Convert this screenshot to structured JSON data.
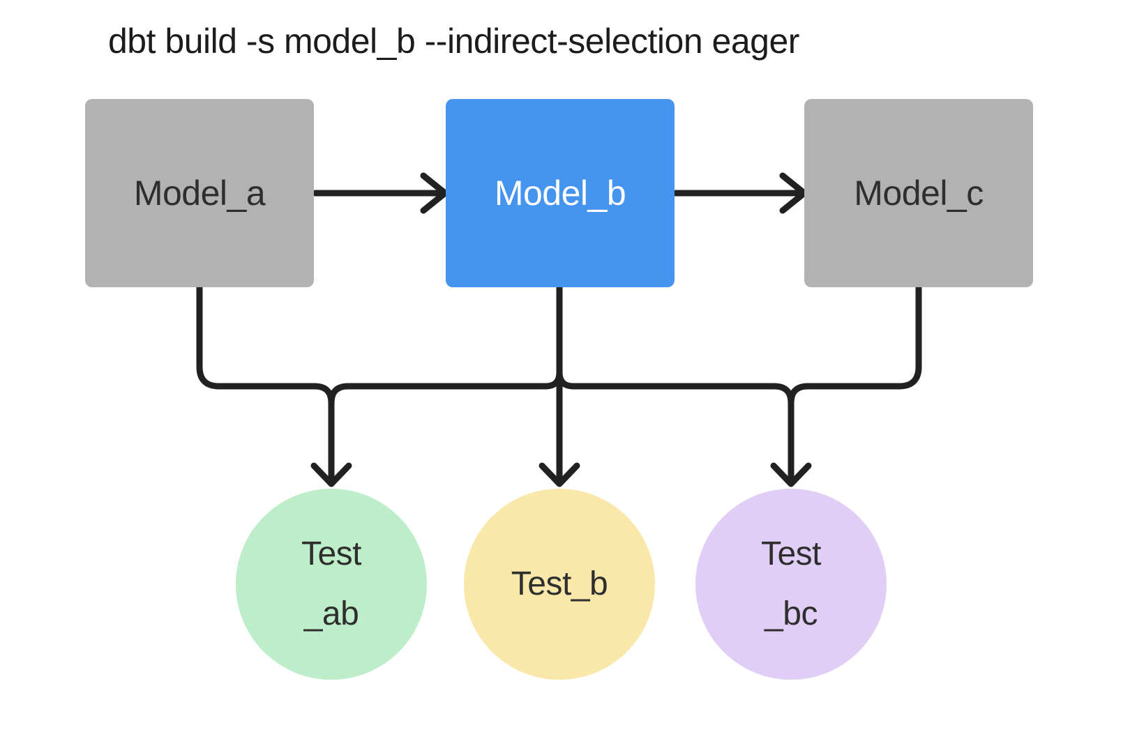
{
  "title": "dbt build -s model_b --indirect-selection eager",
  "colors": {
    "background": "#FFFFFF",
    "title_text": "#1C1C1C",
    "edge_stroke": "#212121",
    "model_default_fill": "#B2B2B2",
    "model_default_text": "#2E2E2E",
    "model_selected_fill": "#4594F0",
    "model_selected_text": "#FFFFFF",
    "test_ab_fill": "#BEEDC9",
    "test_b_fill": "#F9E8AA",
    "test_bc_fill": "#E0CEF6",
    "test_text": "#2E2E2E"
  },
  "models": [
    {
      "id": "model_a",
      "label": "Model_a",
      "state": "unselected"
    },
    {
      "id": "model_b",
      "label": "Model_b",
      "state": "selected"
    },
    {
      "id": "model_c",
      "label": "Model_c",
      "state": "unselected"
    }
  ],
  "tests": [
    {
      "id": "test_ab",
      "lines": [
        "Test",
        "_ab"
      ]
    },
    {
      "id": "test_b",
      "lines": [
        "Test_b",
        ""
      ]
    },
    {
      "id": "test_bc",
      "lines": [
        "Test",
        "_bc"
      ]
    }
  ],
  "edges": [
    {
      "from": "model_a",
      "to": "model_b"
    },
    {
      "from": "model_b",
      "to": "model_c"
    },
    {
      "from": "model_a",
      "to": "test_ab"
    },
    {
      "from": "model_b",
      "to": "test_ab"
    },
    {
      "from": "model_b",
      "to": "test_b"
    },
    {
      "from": "model_b",
      "to": "test_bc"
    },
    {
      "from": "model_c",
      "to": "test_bc"
    }
  ]
}
